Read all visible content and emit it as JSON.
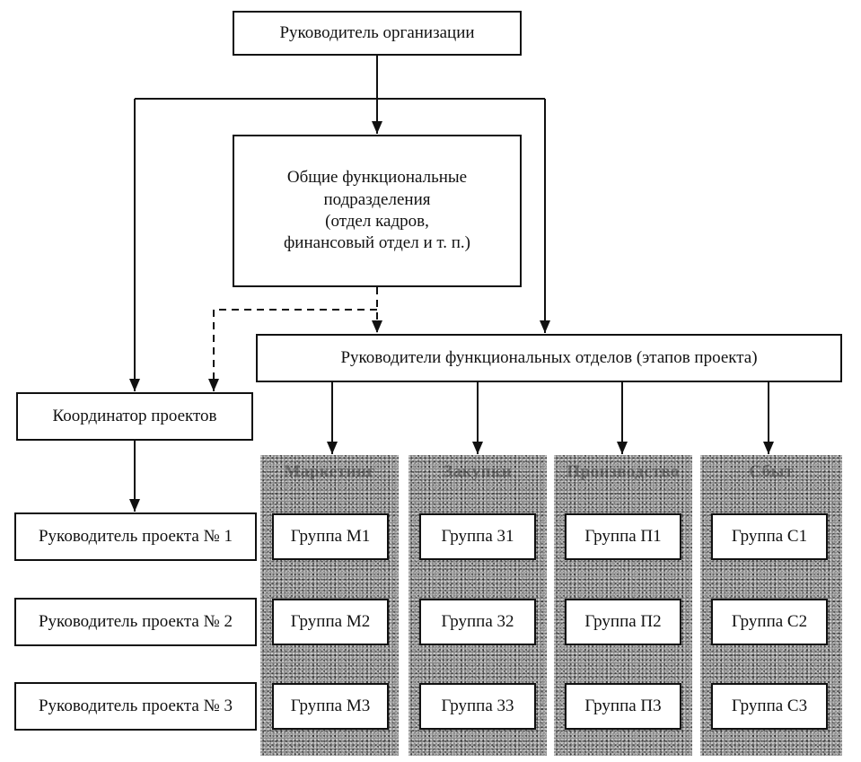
{
  "top": {
    "head": "Руководитель организации"
  },
  "general_units": {
    "line1": "Общие функциональные",
    "line2": "подразделения",
    "line3": "(отдел кадров,",
    "line4": "финансовый отдел и т. п.)"
  },
  "functional_heads": "Руководители функциональных отделов (этапов проекта)",
  "coordinator": "Координатор проектов",
  "project_managers": [
    "Руководитель проекта № 1",
    "Руководитель проекта № 2",
    "Руководитель проекта № 3"
  ],
  "columns": [
    {
      "title": "Маркетинг",
      "groups": [
        "Группа М1",
        "Группа М2",
        "Группа М3"
      ]
    },
    {
      "title": "Закупки",
      "groups": [
        "Группа 31",
        "Группа 32",
        "Группа 33"
      ]
    },
    {
      "title": "Производство",
      "groups": [
        "Группа П1",
        "Группа П2",
        "Группа П3"
      ]
    },
    {
      "title": "Сбыт",
      "groups": [
        "Группа С1",
        "Группа С2",
        "Группа С3"
      ]
    }
  ]
}
